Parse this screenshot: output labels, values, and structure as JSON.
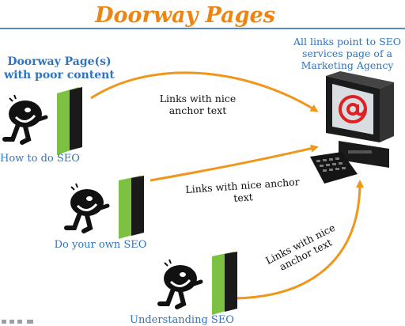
{
  "header": {
    "title": "Doorway Pages"
  },
  "doorway_heading": "Doorway Page(s) with poor content",
  "target_heading": "All links point to SEO services page of a Marketing Agency",
  "pages": [
    {
      "label": "How to do SEO"
    },
    {
      "label": "Do your own SEO"
    },
    {
      "label": "Understanding SEO"
    }
  ],
  "links": [
    {
      "label": "Links with nice anchor text"
    },
    {
      "label": "Links with nice anchor text"
    },
    {
      "label": "Links with nice anchor text"
    }
  ],
  "icons": {
    "target": "computer-at-sign-icon",
    "figure": "stick-figure-door-icon"
  },
  "colors": {
    "title": "#ee8510",
    "arrow": "#f0961a",
    "text_blue": "#2f74c0",
    "rule": "#5a87c8",
    "door_green": "#7cc142",
    "at_sign": "#e02020"
  }
}
